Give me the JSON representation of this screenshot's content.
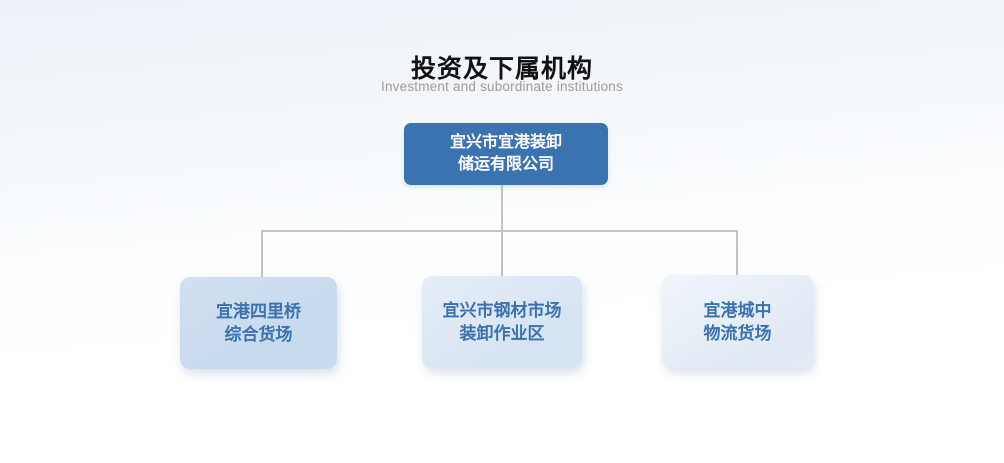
{
  "header": {
    "title": "投资及下属机构",
    "subtitle": "Investment and subordinate institutions"
  },
  "org": {
    "root": {
      "line1": "宜兴市宜港装卸",
      "line2": "储运有限公司"
    },
    "children": [
      {
        "line1": "宜港四里桥",
        "line2": "综合货场"
      },
      {
        "line1": "宜兴市钢材市场",
        "line2": "装卸作业区"
      },
      {
        "line1": "宜港城中",
        "line2": "物流货场"
      }
    ]
  },
  "colors": {
    "root_box_bg": "#3a73b0",
    "root_box_text": "#ffffff",
    "child_box_bg_left": "#c9dbee",
    "child_box_bg_middle": "#dae6f3",
    "child_box_bg_right": "#e6edf7",
    "child_box_text": "#3b72ae",
    "connector_line": "#c3c3c3",
    "title_text": "#121212",
    "subtitle_text": "#9b9b9b",
    "background_top": "#ecf2f8",
    "background_bottom": "#ffffff"
  }
}
